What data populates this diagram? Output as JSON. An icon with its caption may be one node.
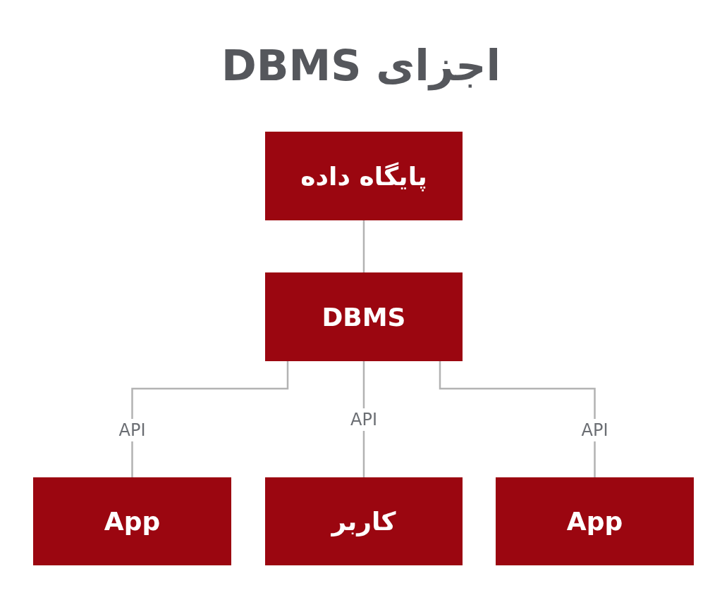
{
  "diagram": {
    "title": "اجزای DBMS",
    "nodes": [
      {
        "text": [
          "پایگاه داده"
        ]
      },
      {
        "text": [
          "DBMS"
        ]
      },
      {
        "text": [
          "App"
        ]
      },
      {
        "text": [
          "کاربر"
        ]
      },
      {
        "text": [
          "App"
        ]
      }
    ],
    "edges": [
      {
        "from": 0,
        "to": 1,
        "arrow": "none"
      },
      {
        "from": 1,
        "to": 2,
        "arrow": "none",
        "label": "API"
      },
      {
        "from": 1,
        "to": 3,
        "arrow": "none",
        "label": "API"
      },
      {
        "from": 1,
        "to": 4,
        "arrow": "none",
        "label": "API"
      }
    ]
  }
}
